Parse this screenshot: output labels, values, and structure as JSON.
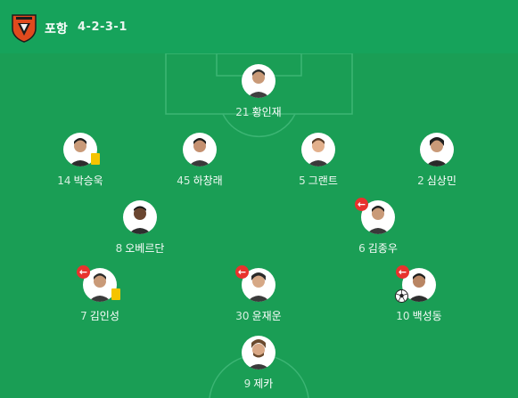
{
  "team": {
    "name": "포항",
    "formation": "4-2-3-1"
  },
  "players": [
    {
      "number": "21",
      "name": "황인재",
      "sub_out": false,
      "yellow_card": false,
      "goal": false
    },
    {
      "number": "14",
      "name": "박승욱",
      "sub_out": false,
      "yellow_card": true,
      "goal": false
    },
    {
      "number": "45",
      "name": "하창래",
      "sub_out": false,
      "yellow_card": false,
      "goal": false
    },
    {
      "number": "5",
      "name": "그랜트",
      "sub_out": false,
      "yellow_card": false,
      "goal": false
    },
    {
      "number": "2",
      "name": "심상민",
      "sub_out": false,
      "yellow_card": false,
      "goal": false
    },
    {
      "number": "8",
      "name": "오베르단",
      "sub_out": false,
      "yellow_card": false,
      "goal": false
    },
    {
      "number": "6",
      "name": "김종우",
      "sub_out": true,
      "yellow_card": false,
      "goal": false
    },
    {
      "number": "7",
      "name": "김인성",
      "sub_out": true,
      "yellow_card": true,
      "goal": false
    },
    {
      "number": "30",
      "name": "윤재운",
      "sub_out": true,
      "yellow_card": false,
      "goal": false
    },
    {
      "number": "10",
      "name": "백성동",
      "sub_out": true,
      "yellow_card": false,
      "goal": true
    },
    {
      "number": "9",
      "name": "제카",
      "sub_out": false,
      "yellow_card": false,
      "goal": false
    }
  ],
  "icons": {
    "sub_arrow": "←"
  },
  "colors": {
    "pitch": "#1a9e55",
    "header": "#16a35b",
    "sub_badge": "#e8322d",
    "yellow_card": "#f5c400",
    "logo_red": "#e04a1e"
  }
}
